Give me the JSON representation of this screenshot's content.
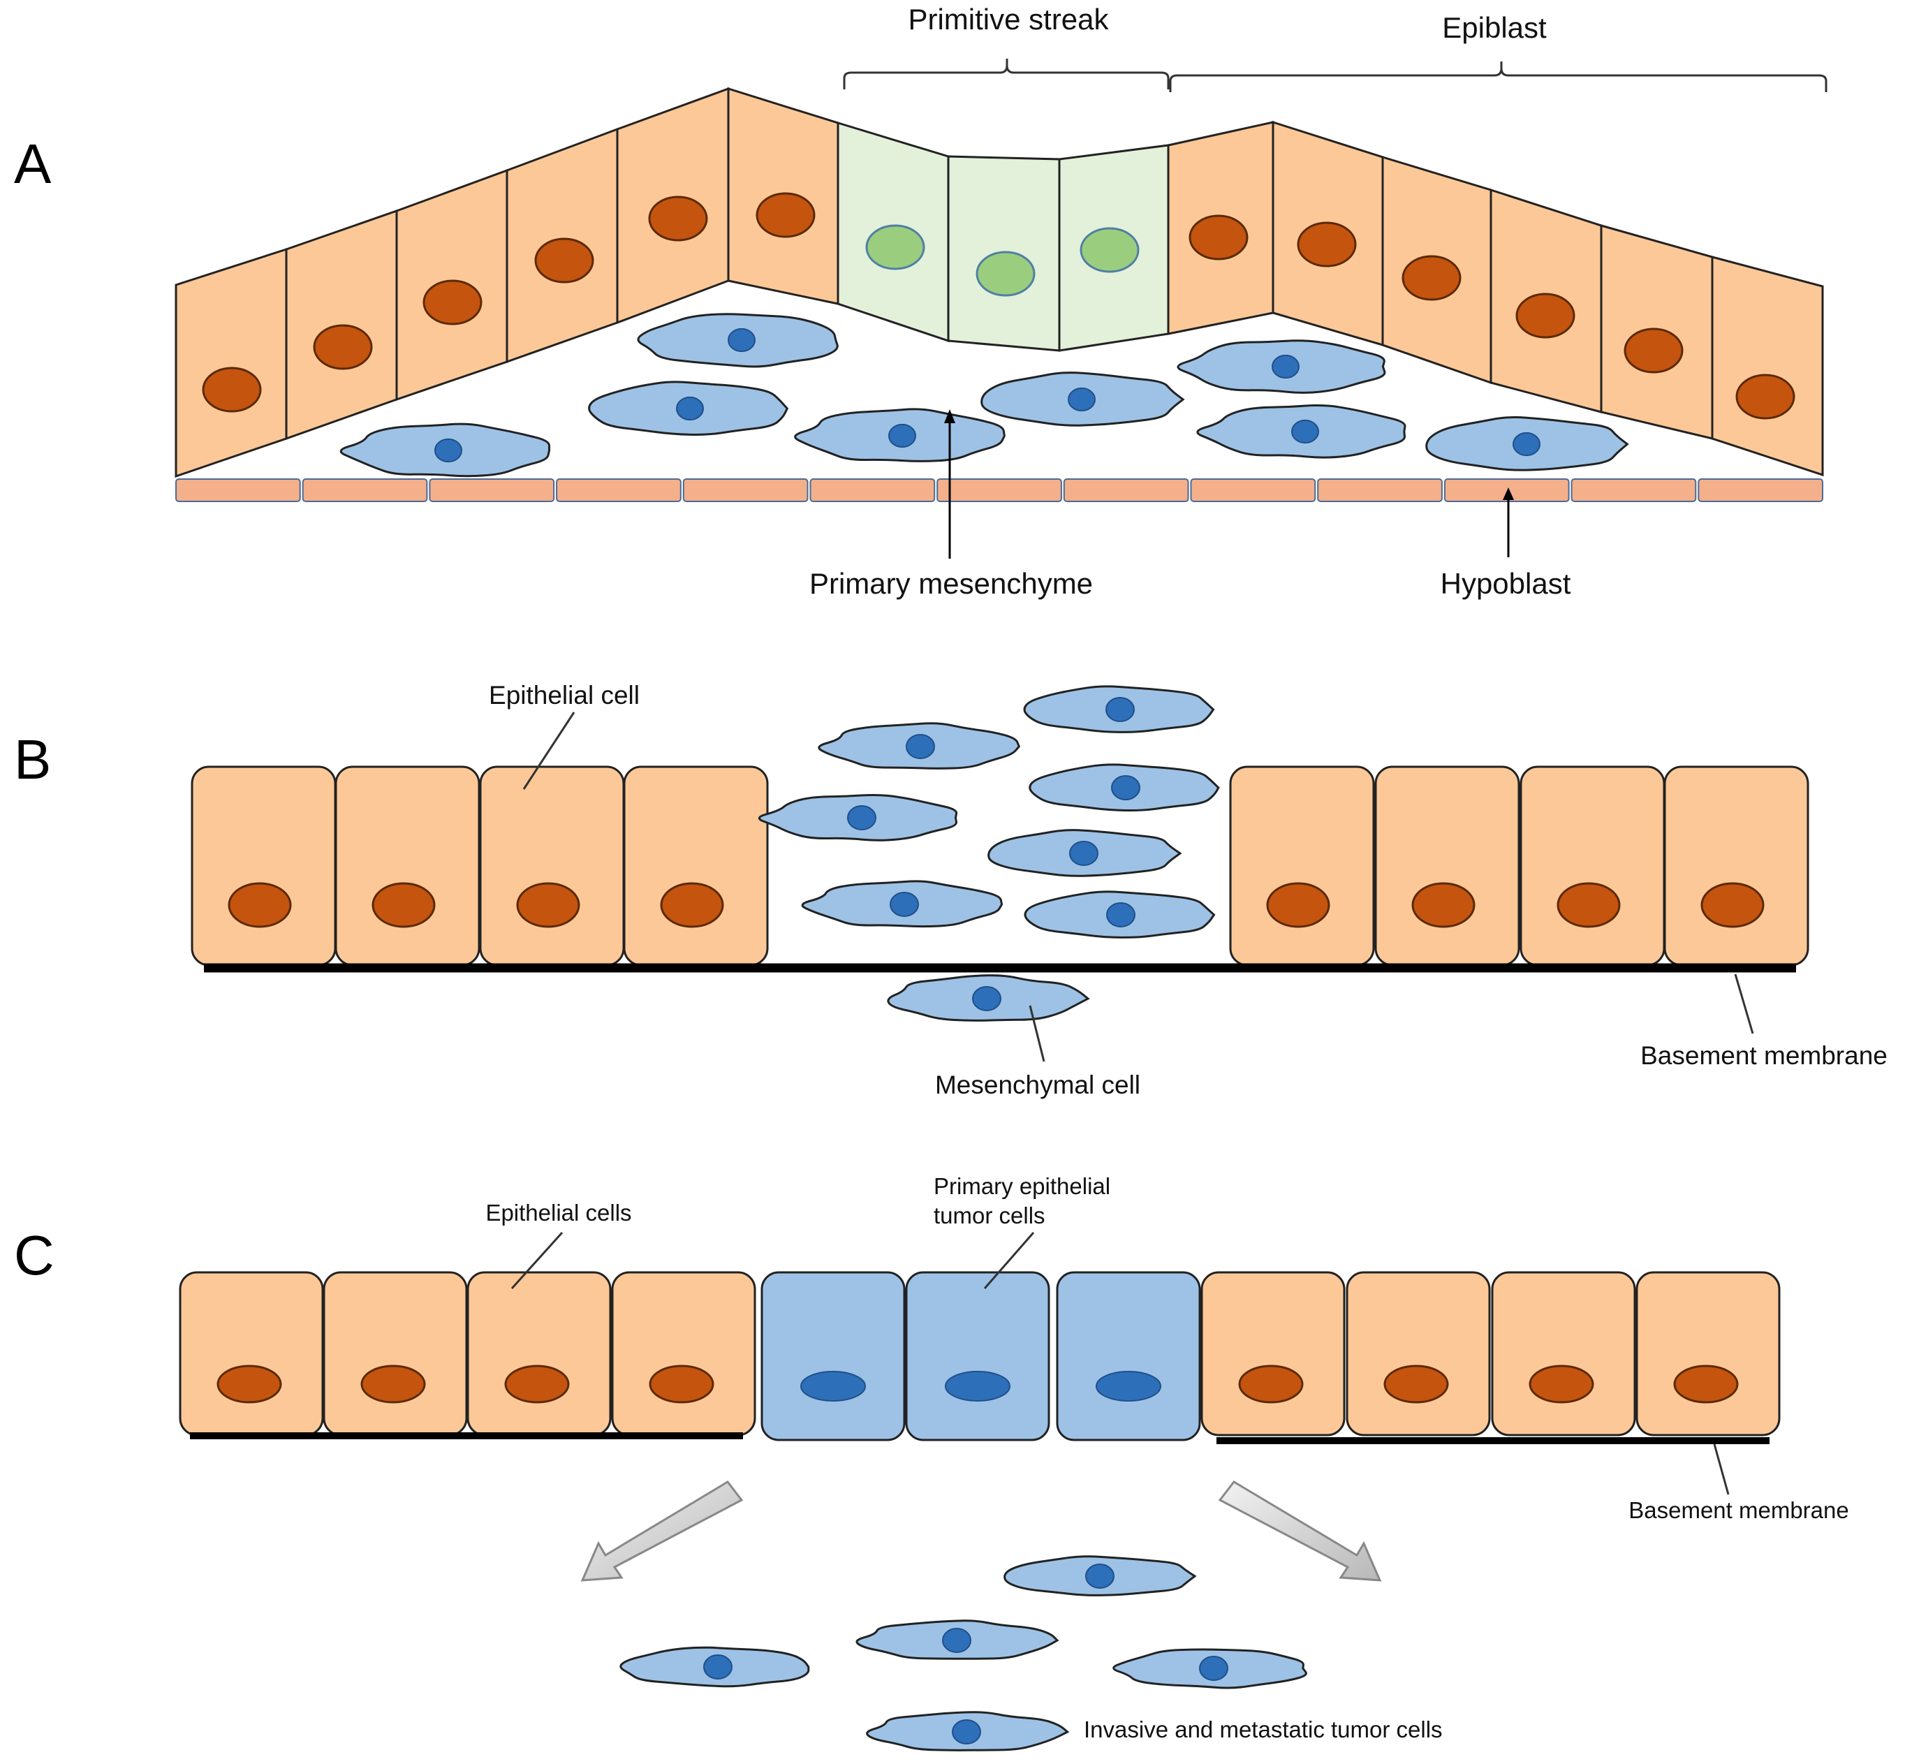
{
  "colors": {
    "epithelial_fill": "#fcc897",
    "epithelial_nucleus": "#c5540f",
    "streak_fill": "#e3f0da",
    "streak_nucleus": "#9bcd7f",
    "mesenchyme_fill": "#9dc2e6",
    "mesenchyme_nucleus": "#2e6fba",
    "hypoblast_fill": "#f4b08a",
    "outline": "#222222",
    "membrane": "#000000",
    "arrow_fill": "#d6d6d6"
  },
  "panels": {
    "a": {
      "letter": "A",
      "labels": {
        "primitive_streak": "Primitive streak",
        "epiblast": "Epiblast",
        "primary_mesenchyme": "Primary mesenchyme",
        "hypoblast": "Hypoblast"
      }
    },
    "b": {
      "letter": "B",
      "labels": {
        "epithelial_cell": "Epithelial cell",
        "mesenchymal_cell": "Mesenchymal cell",
        "basement_membrane": "Basement membrane"
      }
    },
    "c": {
      "letter": "C",
      "labels": {
        "epithelial_cells": "Epithelial cells",
        "primary_tumor_line1": "Primary epithelial",
        "primary_tumor_line2": "tumor cells",
        "basement_membrane": "Basement membrane",
        "invasive_cells": "Invasive and metastatic tumor cells"
      }
    }
  }
}
